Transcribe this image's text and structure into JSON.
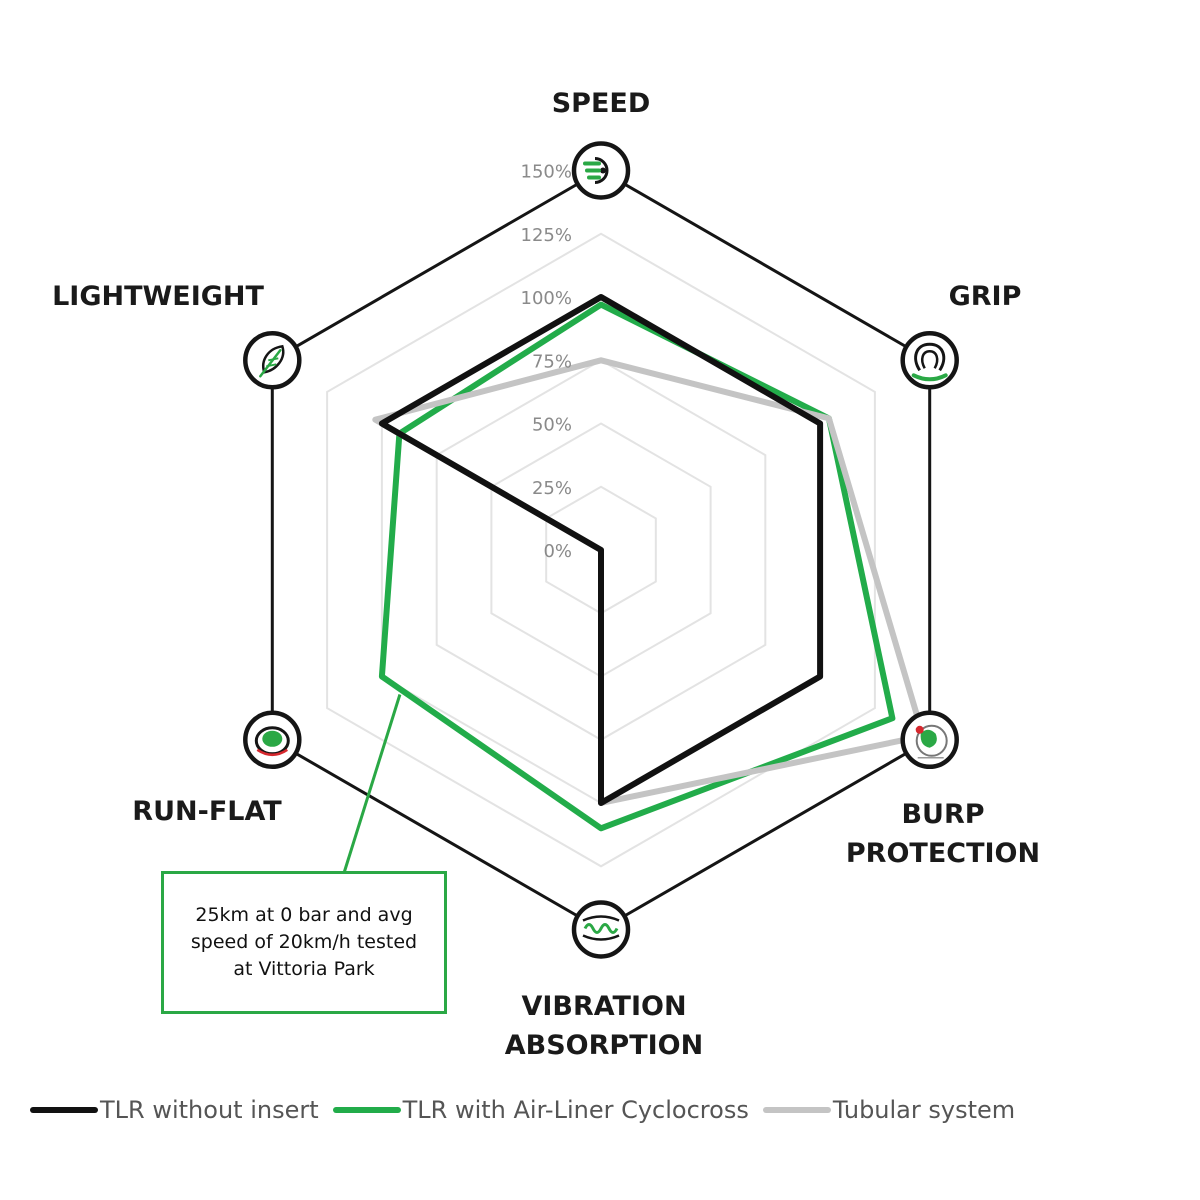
{
  "chart_data": {
    "type": "radar",
    "axes": [
      {
        "label": "SPEED",
        "icon": "speed-icon"
      },
      {
        "label": "GRIP",
        "icon": "grip-tyre-icon"
      },
      {
        "label": "BURP\nPROTECTION",
        "icon": "burp-protection-icon"
      },
      {
        "label": "VIBRATION\nABSORPTION",
        "icon": "vibration-wave-icon"
      },
      {
        "label": "RUN-FLAT",
        "icon": "run-flat-tyre-icon"
      },
      {
        "label": "LIGHTWEIGHT",
        "icon": "feather-icon"
      }
    ],
    "ticks": [
      "0%",
      "25%",
      "50%",
      "75%",
      "100%",
      "125%",
      "150%"
    ],
    "tick_values": [
      0,
      25,
      50,
      75,
      100,
      125,
      150
    ],
    "range": [
      0,
      150
    ],
    "series": [
      {
        "name": "TLR without insert",
        "color": "#111111",
        "values": [
          100,
          100,
          100,
          100,
          0,
          100
        ]
      },
      {
        "name": "TLR with Air-Liner Cyclocross",
        "color": "#22ac4a",
        "values": [
          97,
          104,
          133,
          110,
          100,
          92
        ]
      },
      {
        "name": "Tubular system",
        "color": "#c4c4c4",
        "values": [
          75,
          104,
          147,
          100,
          0,
          103
        ]
      }
    ]
  },
  "annotation": {
    "text": "25km at 0 bar and avg\nspeed of 20km/h tested\nat Vittoria Park",
    "color": "#2aa845"
  },
  "legend": [
    {
      "label": "TLR without insert",
      "color": "#111111"
    },
    {
      "label": "TLR with Air-Liner Cyclocross",
      "color": "#22ac4a"
    },
    {
      "label": "Tubular system",
      "color": "#c4c4c4"
    }
  ]
}
